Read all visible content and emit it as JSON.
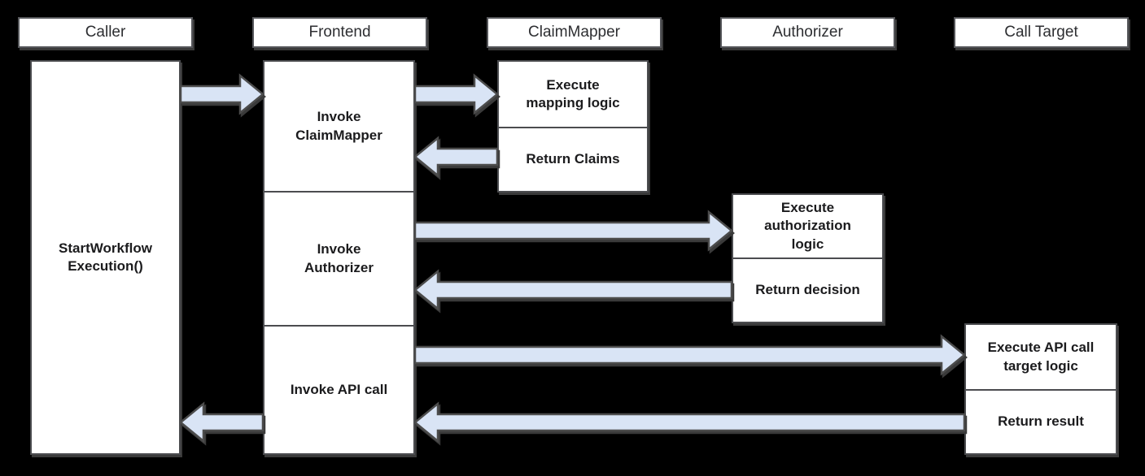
{
  "diagram": {
    "kind": "sequence-diagram",
    "lifelines": [
      {
        "id": "caller",
        "header": "Caller",
        "boxes": [
          {
            "label": "StartWorkflow\nExecution()"
          }
        ]
      },
      {
        "id": "frontend",
        "header": "Frontend",
        "boxes": [
          {
            "label": "Invoke\nClaimMapper"
          },
          {
            "label": "Invoke\nAuthorizer"
          },
          {
            "label": "Invoke API call"
          }
        ]
      },
      {
        "id": "claimmapper",
        "header": "ClaimMapper",
        "boxes": [
          {
            "label": "Execute\nmapping logic"
          },
          {
            "label": "Return Claims"
          }
        ]
      },
      {
        "id": "authorizer",
        "header": "Authorizer",
        "boxes": [
          {
            "label": "Execute\nauthorization\nlogic"
          },
          {
            "label": "Return decision"
          }
        ]
      },
      {
        "id": "calltarget",
        "header": "Call Target",
        "boxes": [
          {
            "label": "Execute API call\ntarget logic"
          },
          {
            "label": "Return result"
          }
        ]
      }
    ],
    "connections": [
      {
        "from": "Caller",
        "to": "Frontend"
      },
      {
        "from": "Frontend",
        "to": "ClaimMapper"
      },
      {
        "from": "ClaimMapper",
        "to": "Frontend"
      },
      {
        "from": "Frontend",
        "to": "Authorizer"
      },
      {
        "from": "Authorizer",
        "to": "Frontend"
      },
      {
        "from": "Frontend",
        "to": "Call Target"
      },
      {
        "from": "Call Target",
        "to": "Frontend"
      },
      {
        "from": "Frontend",
        "to": "Caller"
      }
    ]
  },
  "colors": {
    "background": "#000000",
    "box_fill": "#ffffff",
    "box_border": "#4b4c4f",
    "header_border": "#55565a",
    "arrow_fill": "#d9e4f5",
    "arrow_outline": "#4c4c4c",
    "text": "#1b1b1d"
  }
}
